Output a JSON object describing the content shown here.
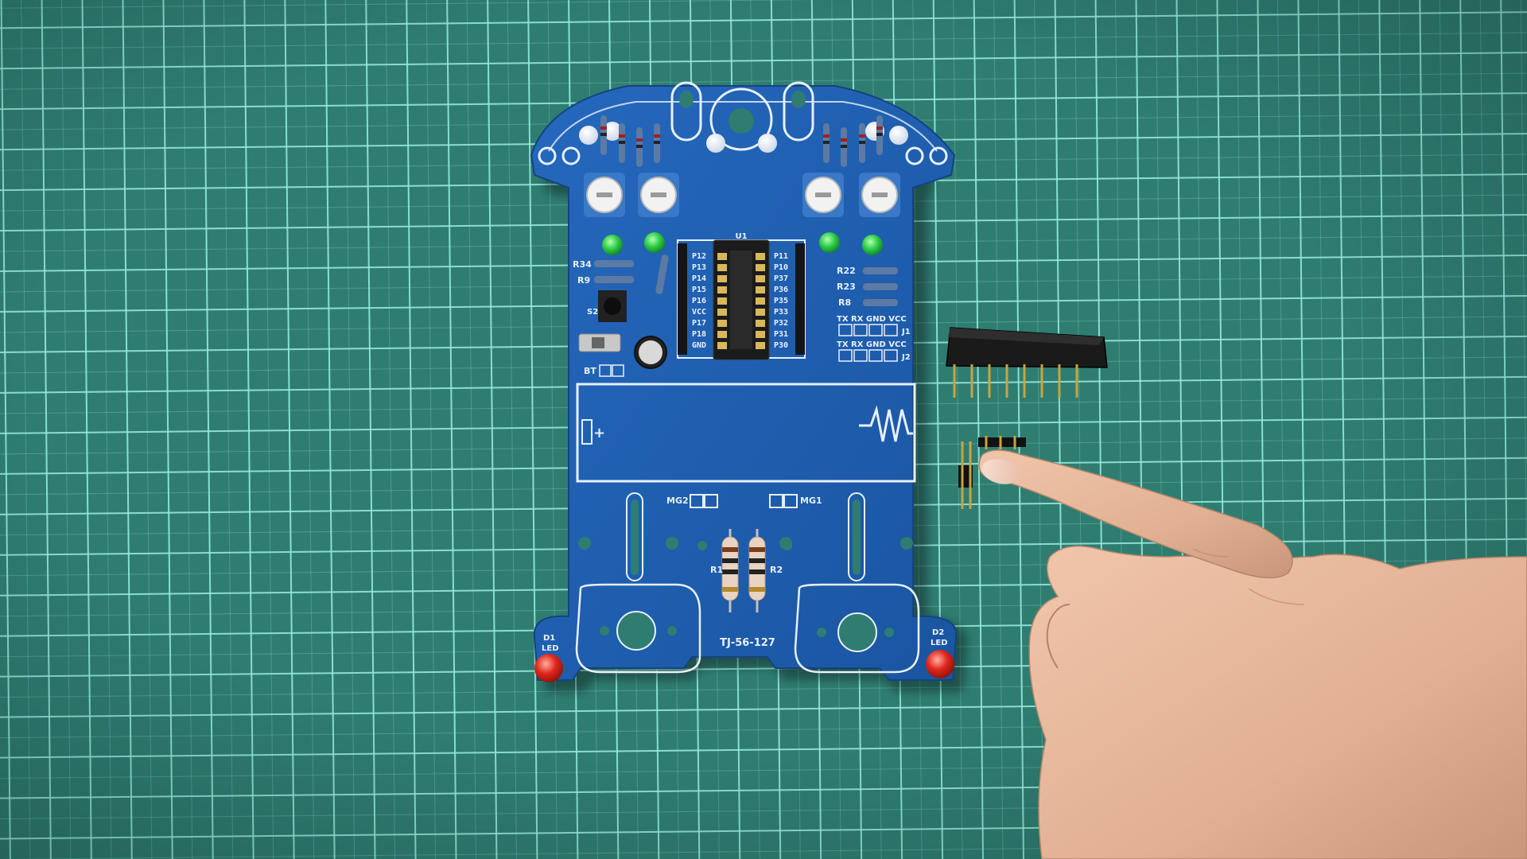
{
  "image": {
    "kind": "photo",
    "subject": "smart car PCB kit on cutting mat",
    "colors": {
      "mat": "#2f7d71",
      "grid": "#96ebdc",
      "pcb": "#1f5fb0",
      "pcb_dark": "#174a8c",
      "silkscreen": "#e8f0ff",
      "green_led": "#2fcf4a",
      "red_led": "#e0261c",
      "header": "#1a1a1a",
      "pin_gold": "#c9a440",
      "skin": "#e6b79c"
    }
  },
  "board": {
    "model": "TJ-56-127",
    "ic_label": "U1",
    "left_pins": [
      "P12",
      "P13",
      "P14",
      "P15",
      "P16",
      "VCC",
      "P17",
      "P18",
      "GND"
    ],
    "right_pins": [
      "P11",
      "P10",
      "P37",
      "P36",
      "P35",
      "P33",
      "P32",
      "P31",
      "P30"
    ],
    "labels": {
      "r34": "R34",
      "r9": "R9",
      "r22": "R22",
      "r23": "R23",
      "r8": "R8",
      "s2": "S2",
      "bt": "BT",
      "j1": "J1",
      "j2": "J2",
      "uart_top": "TX RX GND VCC",
      "uart_bottom": "TX RX GND VCC",
      "mg2": "MG2",
      "mg1": "MG1",
      "r1": "R1",
      "r2": "R2",
      "d1": "D1",
      "d2": "D2",
      "led": "LED",
      "battery_plus": "+"
    }
  }
}
